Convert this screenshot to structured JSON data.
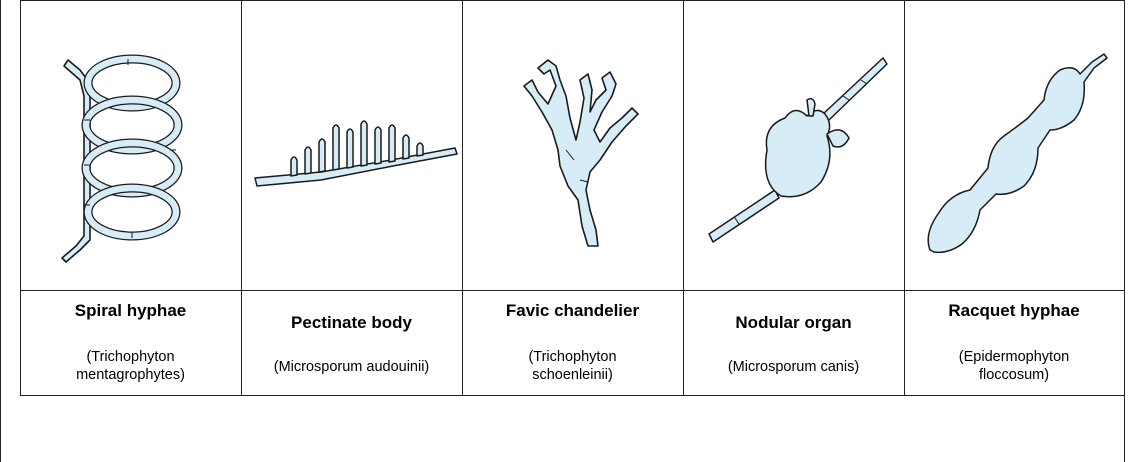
{
  "structures": [
    {
      "name": "Spiral hyphae",
      "species": [
        "(Trichophyton",
        "mentagrophytes)"
      ]
    },
    {
      "name": "Pectinate body",
      "species": [
        "(Microsporum audouinii)"
      ]
    },
    {
      "name": "Favic chandelier",
      "species": [
        "(Trichophyton",
        "schoenleinii)"
      ]
    },
    {
      "name": "Nodular organ",
      "species": [
        "(Microsporum canis)"
      ]
    },
    {
      "name": "Racquet hyphae",
      "species": [
        "(Epidermophyton",
        "floccosum)"
      ]
    }
  ],
  "colors": {
    "fill": "#d6ecf6",
    "stroke": "#1a1a1a",
    "line": "#222222"
  }
}
